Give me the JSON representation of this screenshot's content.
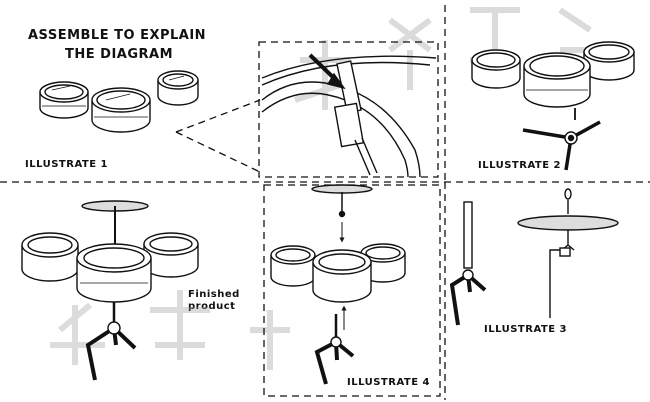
{
  "heading": {
    "line1": "ASSEMBLE TO EXPLAIN",
    "line2": "THE DIAGRAM"
  },
  "labels": {
    "illustrate1": "ILLUSTRATE 1",
    "illustrate2": "ILLUSTRATE 2",
    "illustrate3": "ILLUSTRATE 3",
    "illustrate4": "ILLUSTRATE 4",
    "finished_line1": "Finished",
    "finished_line2": "product"
  },
  "colors": {
    "ink": "#111111",
    "watermark": "#9a9a9a"
  }
}
